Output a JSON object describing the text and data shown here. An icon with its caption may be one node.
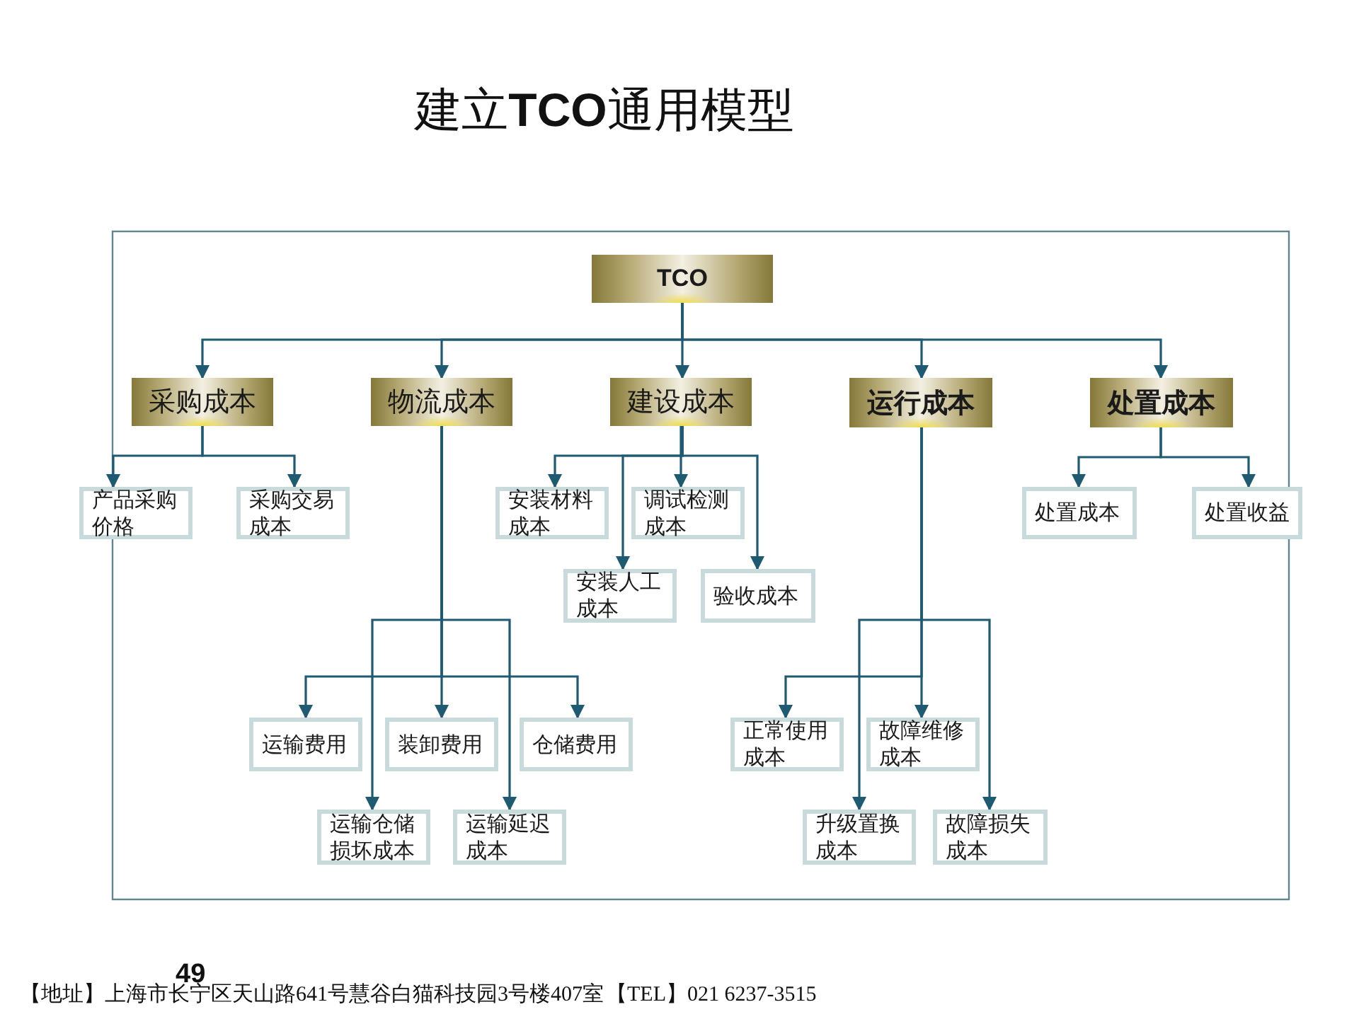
{
  "diagram": {
    "title": "建立**TCO**通用模型",
    "nodes": [
      {
        "text": [
          "TCO"
        ]
      },
      {
        "text": [
          "采购成本"
        ]
      },
      {
        "text": [
          "物流成本"
        ]
      },
      {
        "text": [
          "建设成本"
        ]
      },
      {
        "text": [
          "运行成本"
        ]
      },
      {
        "text": [
          "处置成本"
        ]
      },
      {
        "text": [
          "产品采购价格"
        ]
      },
      {
        "text": [
          "采购交易成本"
        ]
      },
      {
        "text": [
          "安装材料成本"
        ]
      },
      {
        "text": [
          "调试检测成本"
        ]
      },
      {
        "text": [
          "安装人工成本"
        ]
      },
      {
        "text": [
          "验收成本"
        ]
      },
      {
        "text": [
          "处置成本"
        ]
      },
      {
        "text": [
          "处置收益"
        ]
      },
      {
        "text": [
          "运输费用"
        ]
      },
      {
        "text": [
          "装卸费用"
        ]
      },
      {
        "text": [
          "仓储费用"
        ]
      },
      {
        "text": [
          "运输仓储损坏成本"
        ]
      },
      {
        "text": [
          "运输延迟成本"
        ]
      },
      {
        "text": [
          "正常使用成本"
        ]
      },
      {
        "text": [
          "故障维修成本"
        ]
      },
      {
        "text": [
          "升级置换成本"
        ]
      },
      {
        "text": [
          "故障损失成本"
        ]
      }
    ],
    "edges": [
      {
        "from": 0,
        "to": 1,
        "arrow": "to"
      },
      {
        "from": 0,
        "to": 2,
        "arrow": "to"
      },
      {
        "from": 0,
        "to": 3,
        "arrow": "to"
      },
      {
        "from": 0,
        "to": 4,
        "arrow": "to"
      },
      {
        "from": 0,
        "to": 5,
        "arrow": "to"
      },
      {
        "from": 1,
        "to": 6,
        "arrow": "to"
      },
      {
        "from": 1,
        "to": 7,
        "arrow": "to"
      },
      {
        "from": 3,
        "to": 8,
        "arrow": "to"
      },
      {
        "from": 3,
        "to": 9,
        "arrow": "to"
      },
      {
        "from": 3,
        "to": 10,
        "arrow": "to"
      },
      {
        "from": 3,
        "to": 11,
        "arrow": "to"
      },
      {
        "from": 5,
        "to": 12,
        "arrow": "to"
      },
      {
        "from": 5,
        "to": 13,
        "arrow": "to"
      },
      {
        "from": 2,
        "to": 14,
        "arrow": "to"
      },
      {
        "from": 2,
        "to": 15,
        "arrow": "to"
      },
      {
        "from": 2,
        "to": 16,
        "arrow": "to"
      },
      {
        "from": 2,
        "to": 17,
        "arrow": "to"
      },
      {
        "from": 2,
        "to": 18,
        "arrow": "to"
      },
      {
        "from": 4,
        "to": 19,
        "arrow": "to"
      },
      {
        "from": 4,
        "to": 20,
        "arrow": "to"
      },
      {
        "from": 4,
        "to": 21,
        "arrow": "to"
      },
      {
        "from": 4,
        "to": 22,
        "arrow": "to"
      }
    ],
    "labels": [
      "49",
      "【地址】上海市长宁区天山路641号慧谷白猫科技园3号楼407室",
      "【TEL】021 6237-3515"
    ]
  }
}
